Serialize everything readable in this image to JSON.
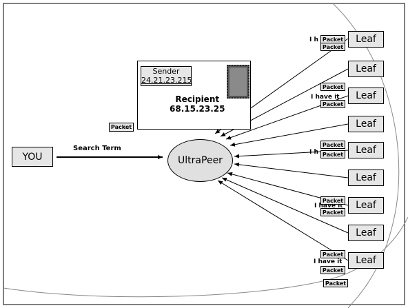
{
  "nodes": {
    "you": "YOU",
    "ultrapeer": "UltraPeer",
    "leaf": "Leaf"
  },
  "edges": {
    "search_term": "Search Term"
  },
  "envelope": {
    "sender_label": "Sender",
    "sender_ip": "24.21.23.215",
    "recipient_label": "Recipient",
    "recipient_ip": "68.15.23.25"
  },
  "packet_label": "Packet",
  "responses": {
    "i_have_it": "I have it",
    "i_h_fragment": "I h"
  },
  "colors": {
    "box_fill": "#e6e6e6",
    "ultrapeer_fill": "#e0e0e0",
    "line": "#000000",
    "circle": "#888888"
  }
}
